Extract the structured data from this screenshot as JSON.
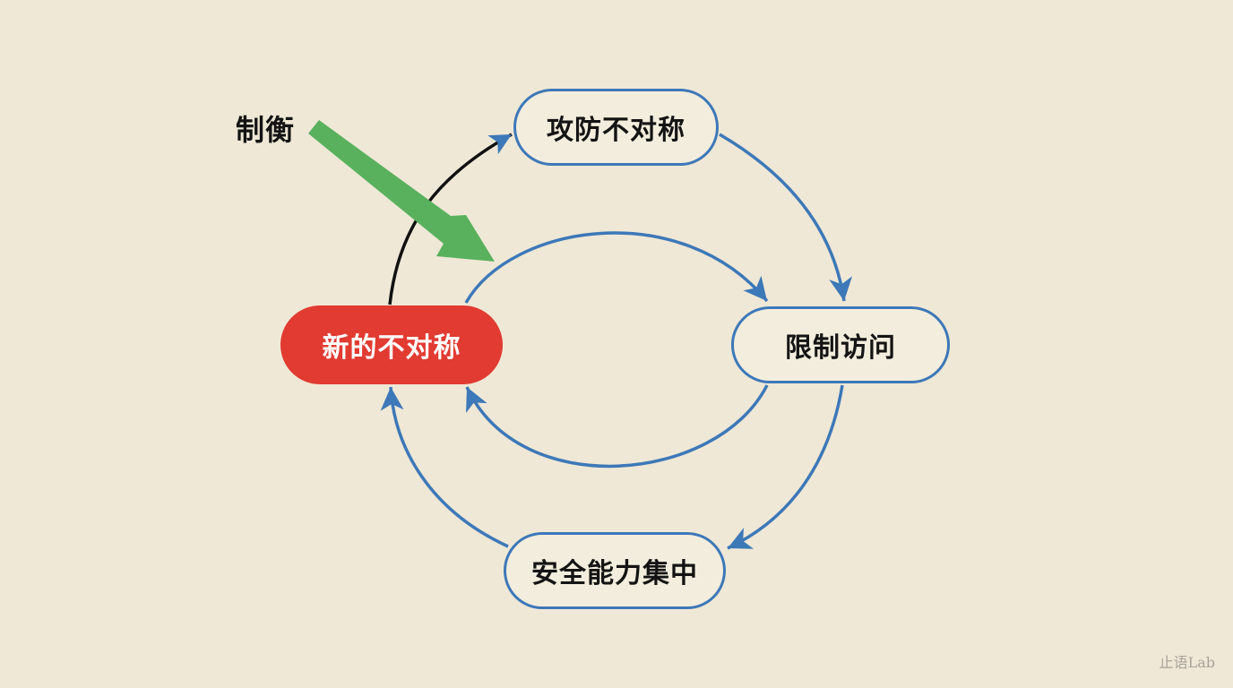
{
  "nodes": {
    "top": "攻防不对称",
    "right": "限制访问",
    "bottom": "安全能力集中",
    "left": "新的不对称"
  },
  "pressure_label": "制衡",
  "watermark": "止语Lab",
  "colors": {
    "background": "#efe8d6",
    "node_border": "#3d78b8",
    "highlight_node": "#e13b32",
    "pressure_arrow": "#59b15e",
    "black_edge": "#111111"
  }
}
